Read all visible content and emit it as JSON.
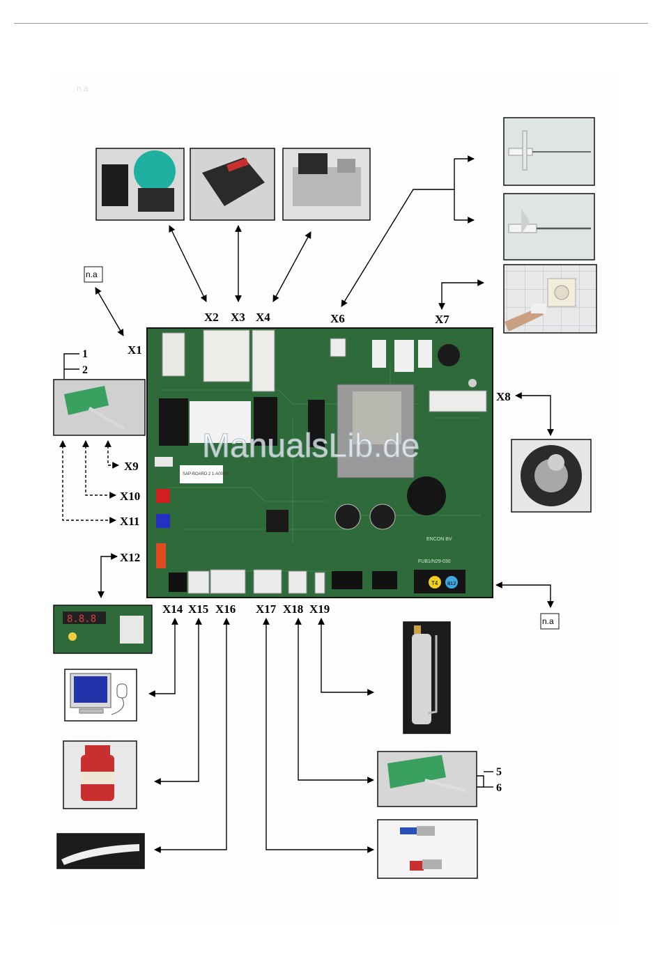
{
  "watermark": "ManualsLib.de",
  "labels": {
    "x1": "X1",
    "x2": "X2",
    "x3": "X3",
    "x4": "X4",
    "x6": "X6",
    "x7": "X7",
    "x8": "X8",
    "x9": "X9",
    "x10": "X10",
    "x11": "X11",
    "x12": "X12",
    "x14": "X14",
    "x15": "X15",
    "x16": "X16",
    "x17": "X17",
    "x18": "X18",
    "x19": "X19"
  },
  "pin_numbers": {
    "p1": "1",
    "p2": "2",
    "p5": "5",
    "p6": "6"
  },
  "na_boxes": {
    "top": "n.a",
    "bottom": "n.a",
    "faint": "n.a"
  },
  "board_print": {
    "brand": "ENCON BV",
    "code": "FUB1/N29-030",
    "sticker": "SAP-BOARD 2 1-A0020",
    "t4": "T4",
    "b12": "B12"
  },
  "colors": {
    "pcb": "#2f6b3a",
    "pump": "#1fb0a0",
    "connector": "#3aa060",
    "monitor_screen": "#2233aa",
    "sensor_red": "#c83030"
  }
}
